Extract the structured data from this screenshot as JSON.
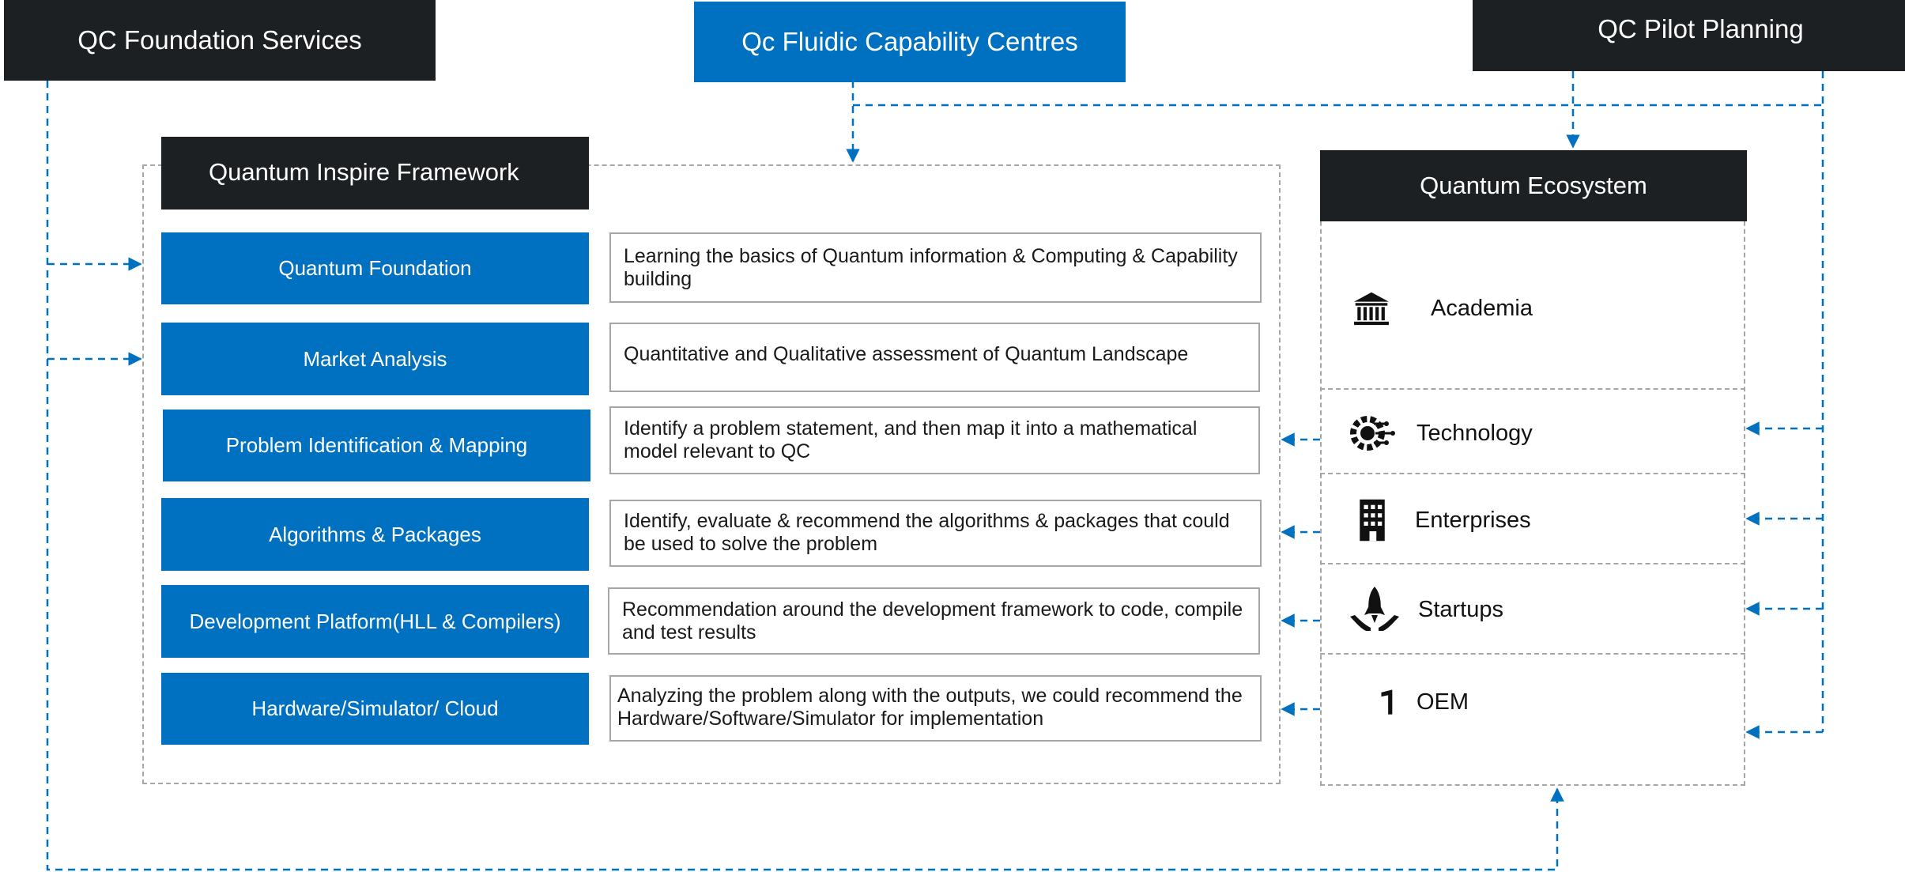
{
  "headers": {
    "foundation_services": "QC Foundation Services",
    "fluidic_centres": "Qc Fluidic Capability Centres",
    "pilot_planning": "QC Pilot Planning"
  },
  "framework": {
    "title": "Quantum Inspire Framework",
    "rows": [
      {
        "label": "Quantum Foundation",
        "description": "Learning the basics of Quantum information & Computing & Capability building"
      },
      {
        "label": "Market Analysis",
        "description": "Quantitative and Qualitative assessment of Quantum Landscape"
      },
      {
        "label": "Problem Identification & Mapping",
        "description": "Identify a problem statement, and then map it into a mathematical model relevant to QC"
      },
      {
        "label": "Algorithms & Packages",
        "description": "Identify, evaluate & recommend the algorithms & packages that could be used to solve the problem"
      },
      {
        "label": "Development Platform(HLL & Compilers)",
        "description": "Recommendation around the development framework to code, compile and test results"
      },
      {
        "label": "Hardware/Simulator/ Cloud",
        "description": "Analyzing the problem along with the outputs, we could recommend the Hardware/Software/Simulator for implementation"
      }
    ]
  },
  "ecosystem": {
    "title": "Quantum Ecosystem",
    "items": [
      {
        "label": "Academia",
        "icon": "academia-building-icon"
      },
      {
        "label": "Technology",
        "icon": "technology-gear-icon"
      },
      {
        "label": "Enterprises",
        "icon": "enterprise-building-icon"
      },
      {
        "label": "Startups",
        "icon": "startup-rocket-icon"
      },
      {
        "label": "OEM",
        "icon": "oem-device-icon"
      }
    ]
  },
  "colors": {
    "accent_blue": "#0070c0",
    "dark_header": "#1d2023",
    "frame_gray": "#a6a6a6"
  }
}
